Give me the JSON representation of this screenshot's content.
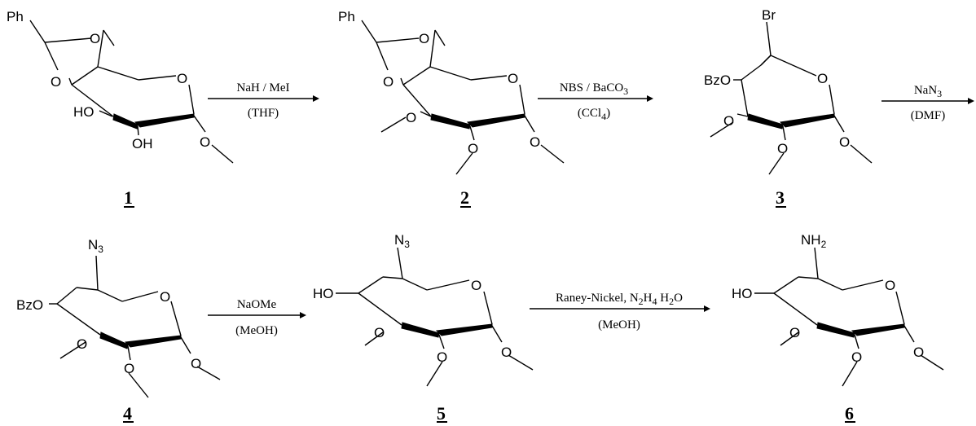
{
  "reactions": [
    {
      "reagent": "NaH / MeI",
      "solvent": "(THF)"
    },
    {
      "reagent_pre": "NBS  /  BaCO",
      "reagent_sub": "3",
      "solvent_pre": "(CCl",
      "solvent_sub": "4",
      "solvent_post": ")"
    },
    {
      "reagent_pre": "NaN",
      "reagent_sub": "3",
      "solvent": "(DMF)"
    },
    {
      "reagent": "NaOMe",
      "solvent": "(MeOH)"
    },
    {
      "reagent_pre": "Raney-Nickel, N",
      "reagent_sub1": "2",
      "reagent_mid": "H",
      "reagent_sub2": "4",
      "reagent_post": " H",
      "reagent_sub3": "2",
      "reagent_end": "O",
      "solvent": "(MeOH)"
    }
  ],
  "compounds": [
    {
      "number": "1",
      "labels": {
        "ph": "Ph",
        "o1": "O",
        "o2": "O",
        "ring_o": "O",
        "ho": "HO",
        "oh": "OH",
        "ome": "O"
      }
    },
    {
      "number": "2",
      "labels": {
        "ph": "Ph",
        "o1": "O",
        "o2": "O",
        "ring_o": "O",
        "o3": "O",
        "o4": "O",
        "ome": "O"
      }
    },
    {
      "number": "3",
      "labels": {
        "br": "Br",
        "bzo": "BzO",
        "ring_o": "O",
        "o3": "O",
        "o4": "O",
        "ome": "O"
      }
    },
    {
      "number": "4",
      "labels": {
        "n3": "N",
        "n3_sub": "3",
        "bzo": "BzO",
        "ring_o": "O",
        "o3": "O",
        "o4": "O",
        "ome": "O"
      }
    },
    {
      "number": "5",
      "labels": {
        "n3": "N",
        "n3_sub": "3",
        "ho": "HO",
        "ring_o": "O",
        "o3": "O",
        "o4": "O",
        "ome": "O"
      }
    },
    {
      "number": "6",
      "labels": {
        "nh2": "NH",
        "nh2_sub": "2",
        "ho": "HO",
        "ring_o": "O",
        "o3": "O",
        "o4": "O",
        "ome": "O"
      }
    }
  ]
}
